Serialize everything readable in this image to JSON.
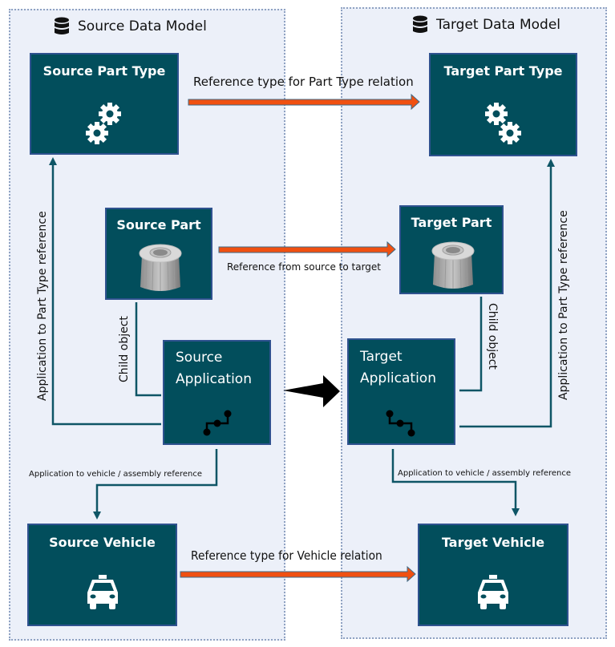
{
  "source_model": {
    "title": "Source Data Model",
    "icon": "database-icon",
    "nodes": {
      "part_type": {
        "title": "Source Part Type",
        "icon": "gears-icon"
      },
      "part": {
        "title": "Source Part",
        "icon": "gear-part-icon"
      },
      "application": {
        "title": "Source\nApplication",
        "icon": "workflow-icon"
      },
      "vehicle": {
        "title": "Source Vehicle",
        "icon": "taxi-icon"
      }
    },
    "edges": {
      "app_to_part_type": "Application to Part Type reference",
      "child_object": "Child object",
      "app_to_vehicle": "Application to vehicle / assembly reference"
    }
  },
  "target_model": {
    "title": "Target Data Model",
    "icon": "database-icon",
    "nodes": {
      "part_type": {
        "title": "Target Part Type",
        "icon": "gears-icon"
      },
      "part": {
        "title": "Target Part",
        "icon": "gear-part-icon"
      },
      "application": {
        "title": "Target\nApplication",
        "icon": "workflow-icon"
      },
      "vehicle": {
        "title": "Target Vehicle",
        "icon": "taxi-icon"
      }
    },
    "edges": {
      "app_to_part_type": "Application to Part Type reference",
      "child_object": "Child object",
      "app_to_vehicle": "Application to vehicle / assembly reference"
    }
  },
  "cross_edges": {
    "part_type": "Reference type for Part Type relation",
    "part": "Reference from source to target",
    "vehicle": "Reference type for Vehicle relation"
  },
  "colors": {
    "node_fill": "#024E5C",
    "node_border": "#2F528F",
    "container_fill": "#ECF0F9",
    "container_border": "#8FA2C2",
    "connector": "#0E5566",
    "reference_arrow": "#F05011",
    "application_arrow": "#000000"
  }
}
